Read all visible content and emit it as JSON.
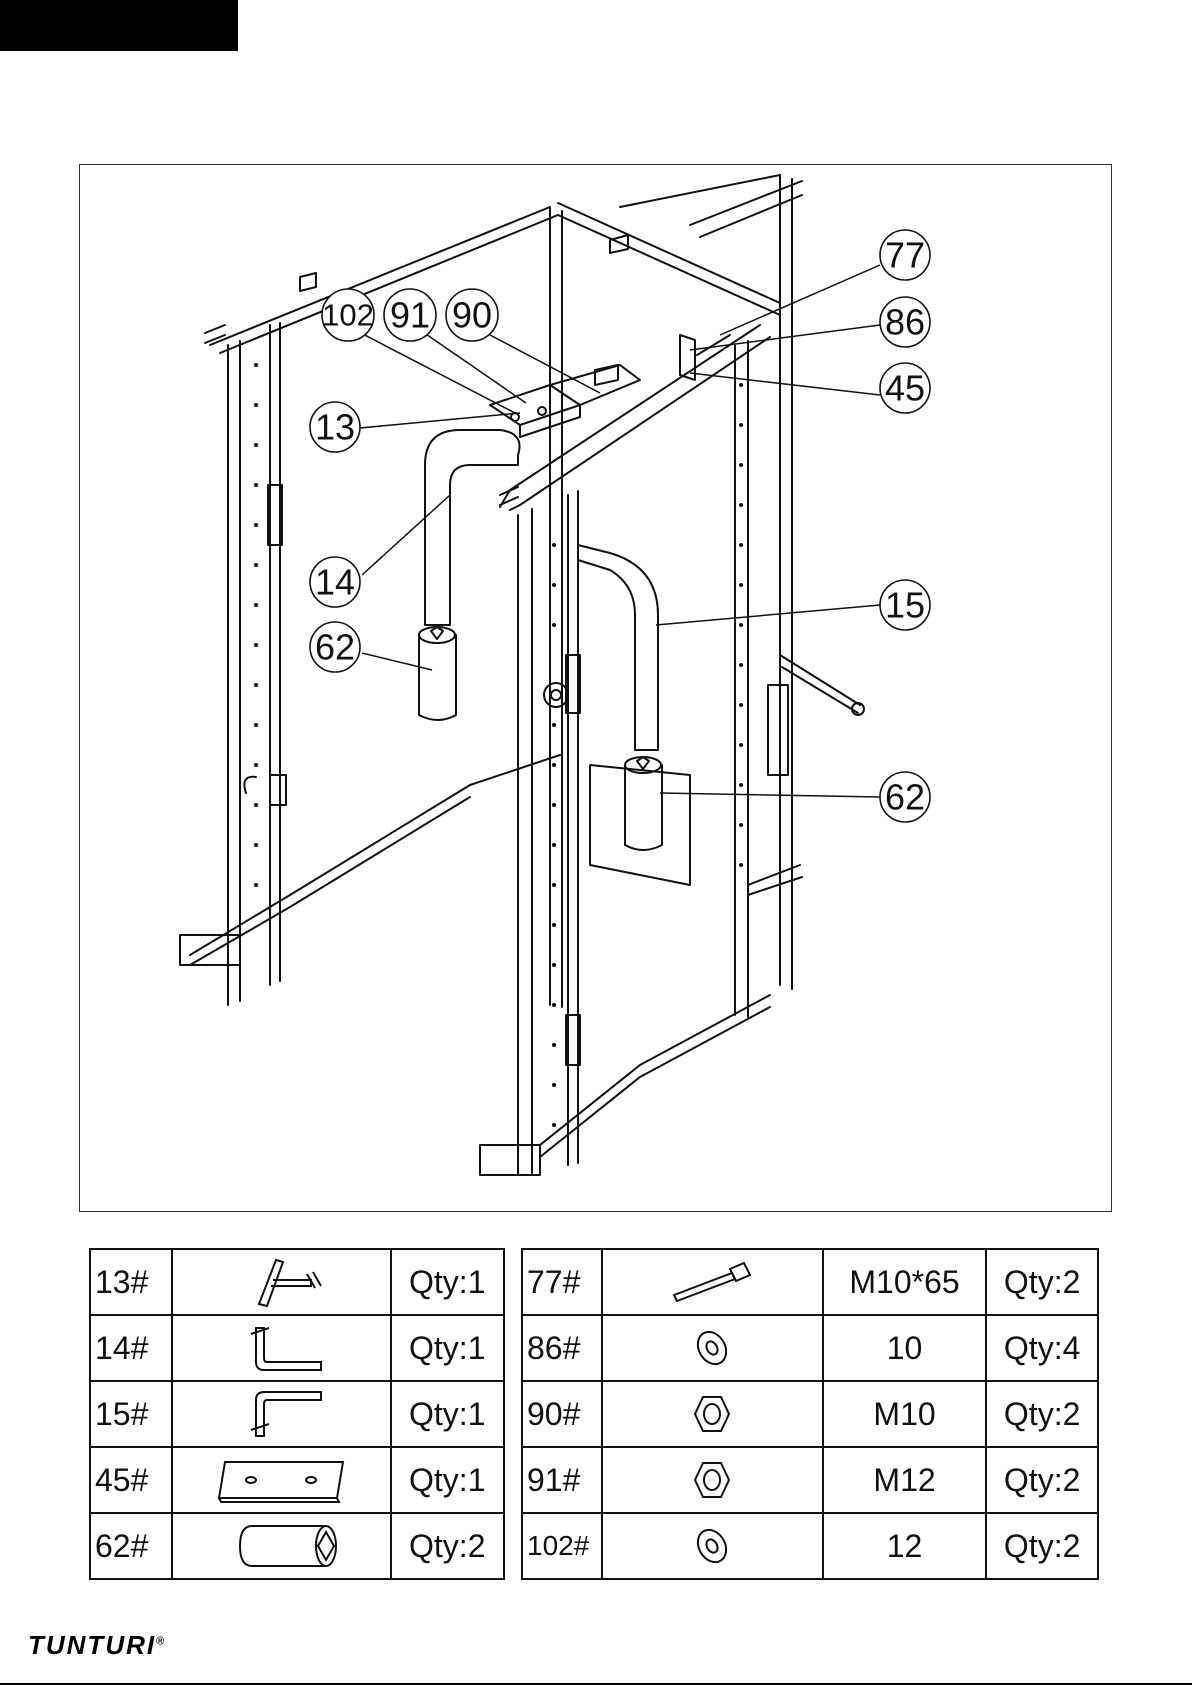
{
  "diagram": {
    "callouts": [
      {
        "id": "c77",
        "label": "77"
      },
      {
        "id": "c86",
        "label": "86"
      },
      {
        "id": "c45",
        "label": "45"
      },
      {
        "id": "c102",
        "label": "102"
      },
      {
        "id": "c91",
        "label": "91"
      },
      {
        "id": "c90",
        "label": "90"
      },
      {
        "id": "c13",
        "label": "13"
      },
      {
        "id": "c14",
        "label": "14"
      },
      {
        "id": "c62a",
        "label": "62"
      },
      {
        "id": "c15",
        "label": "15"
      },
      {
        "id": "c62b",
        "label": "62"
      }
    ]
  },
  "parts_left": [
    {
      "num": "13#",
      "icon": "bracket-frame-icon",
      "qty": "Qty:1"
    },
    {
      "num": "14#",
      "icon": "bent-tube-icon",
      "qty": "Qty:1"
    },
    {
      "num": "15#",
      "icon": "bent-tube-icon",
      "qty": "Qty:1"
    },
    {
      "num": "45#",
      "icon": "flat-plate-icon",
      "qty": "Qty:1"
    },
    {
      "num": "62#",
      "icon": "sleeve-icon",
      "qty": "Qty:2"
    }
  ],
  "parts_right": [
    {
      "num": "77#",
      "icon": "bolt-icon",
      "spec": "M10*65",
      "qty": "Qty:2"
    },
    {
      "num": "86#",
      "icon": "washer-icon",
      "spec": "10",
      "qty": "Qty:4"
    },
    {
      "num": "90#",
      "icon": "nut-icon",
      "spec": "M10",
      "qty": "Qty:2"
    },
    {
      "num": "91#",
      "icon": "nut-icon",
      "spec": "M12",
      "qty": "Qty:2"
    },
    {
      "num": "102#",
      "icon": "washer-icon",
      "spec": "12",
      "qty": "Qty:2"
    }
  ],
  "brand": {
    "name": "TUNTURI",
    "mark": "®"
  }
}
